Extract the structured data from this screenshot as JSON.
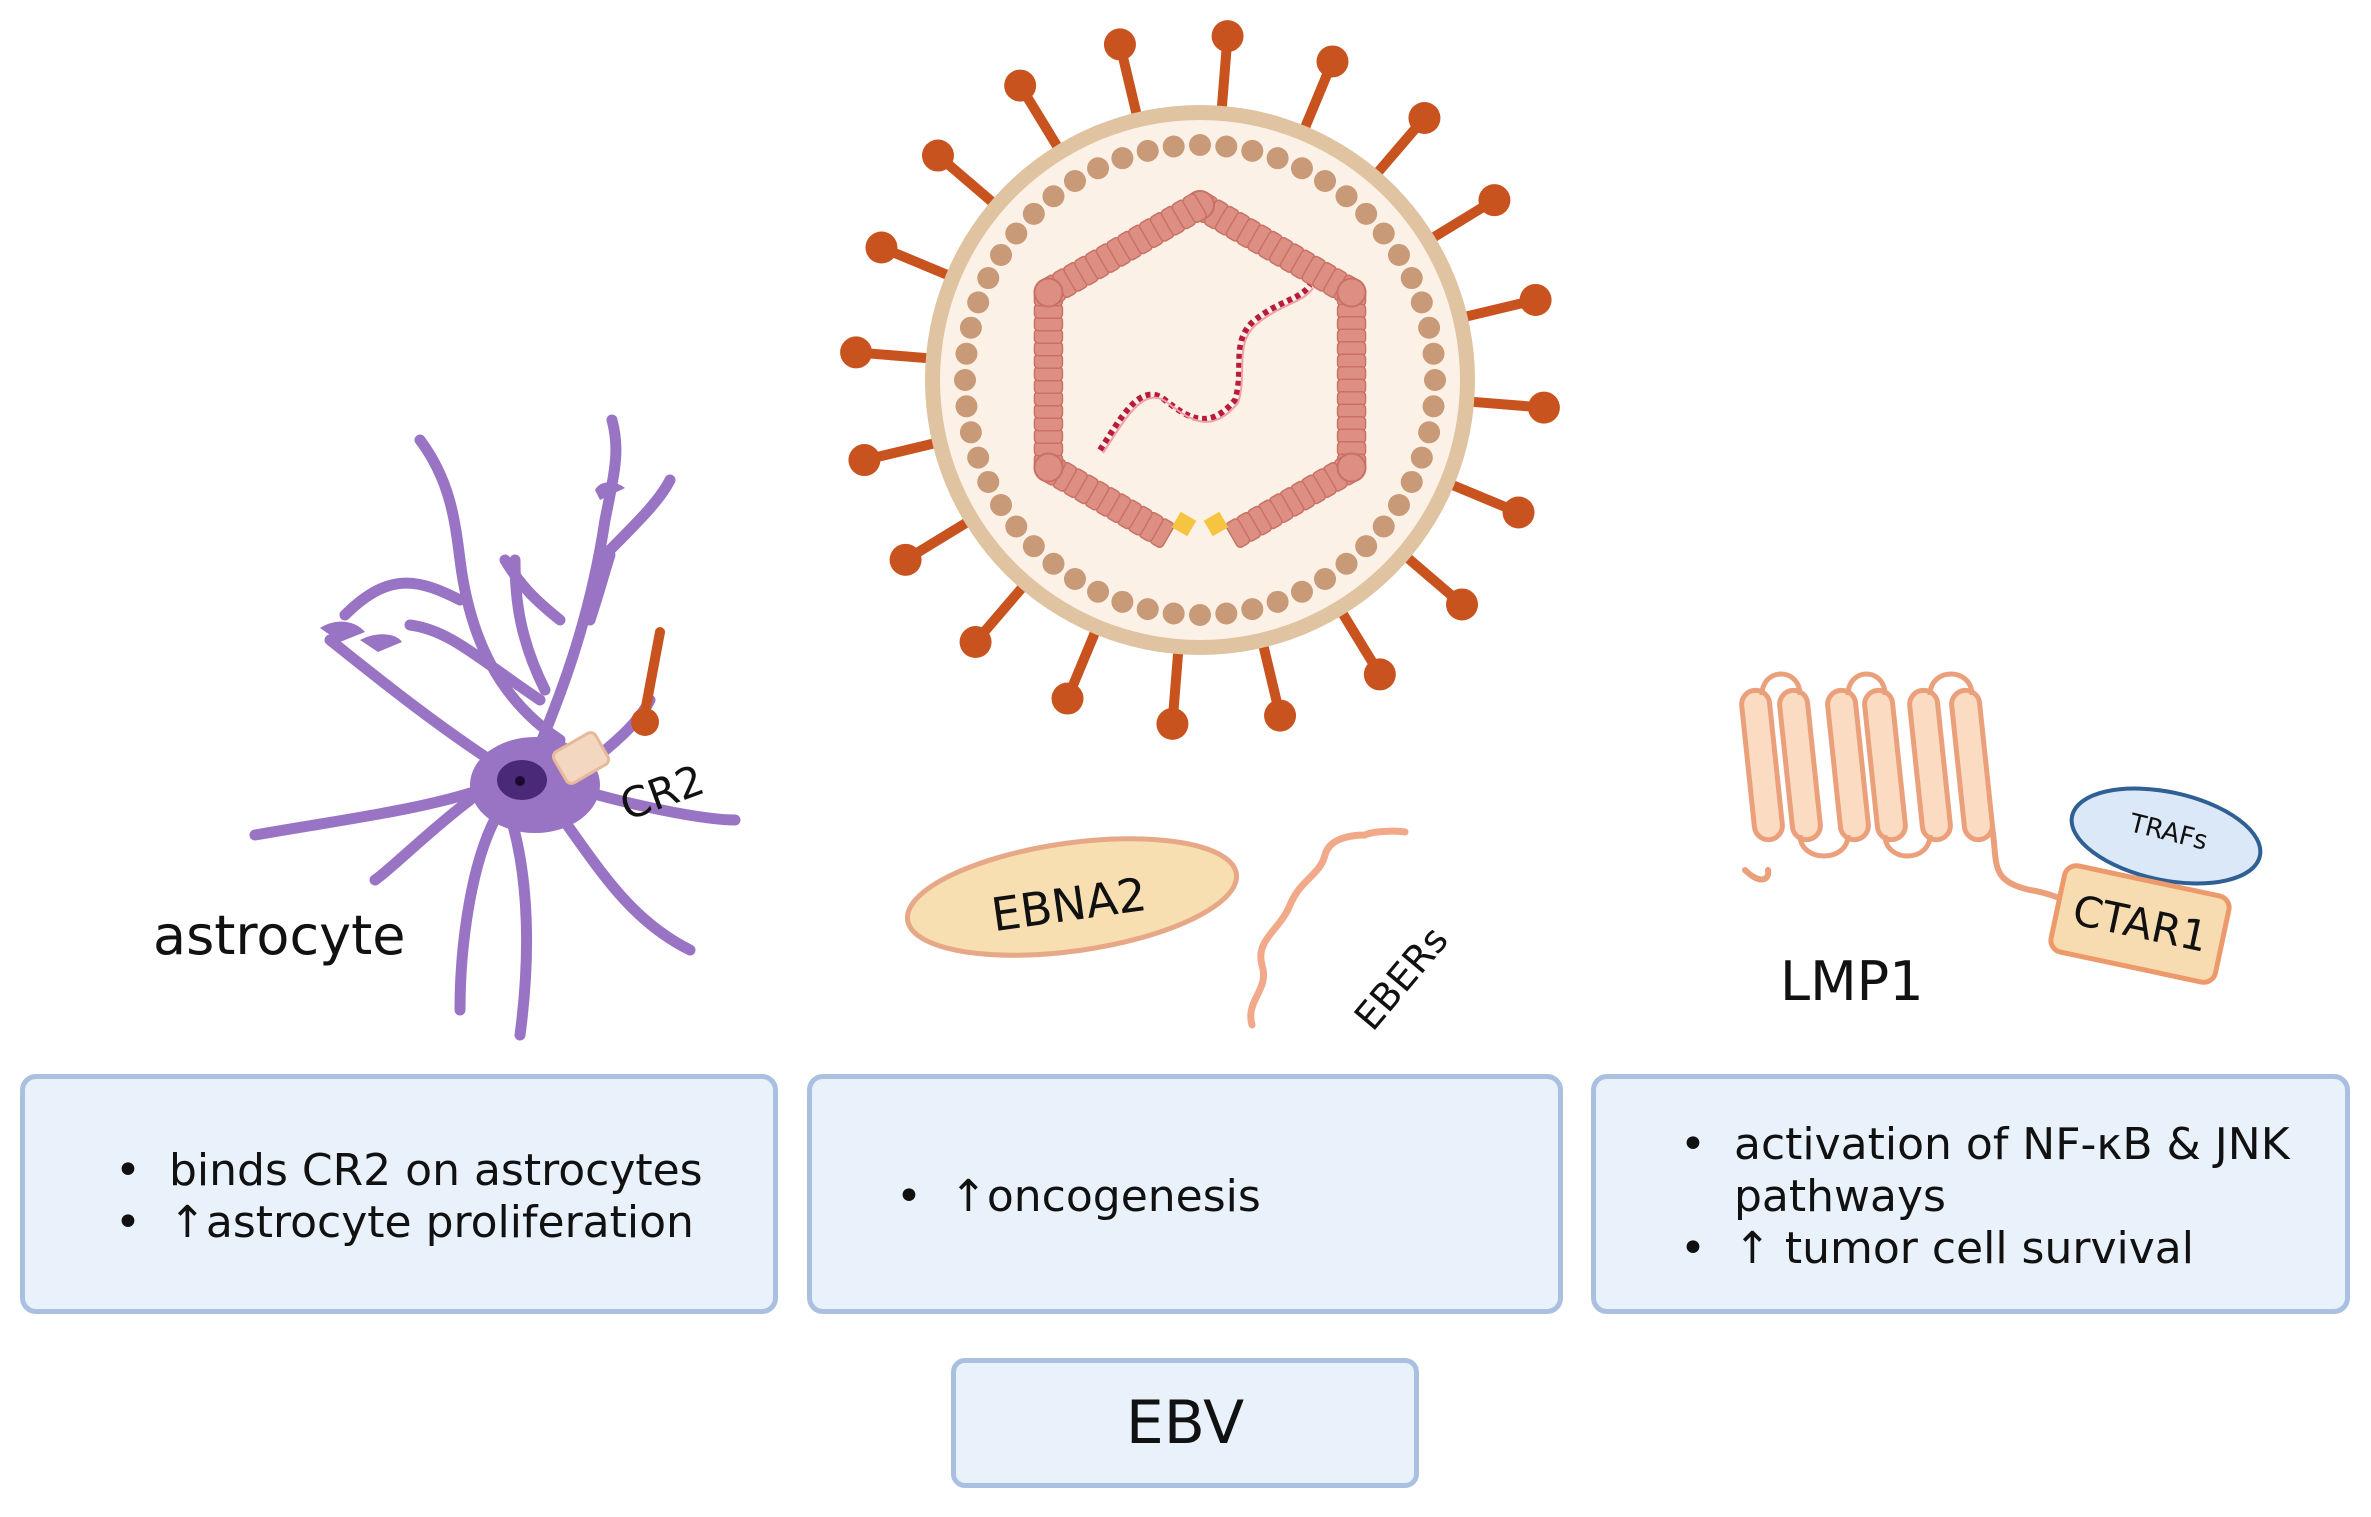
{
  "labels": {
    "astrocyte": "astrocyte",
    "cr2": "CR2",
    "ebna2": "EBNA2",
    "ebers": "EBERs",
    "lmp1": "LMP1",
    "trafs": "TRAFs",
    "ctar1": "CTAR1"
  },
  "boxes": {
    "left": {
      "bullets": [
        "binds CR2 on astrocytes",
        "↑astrocyte proliferation"
      ]
    },
    "middle": {
      "bullets": [
        "↑oncogenesis"
      ]
    },
    "right": {
      "bullets": [
        "activation of NF-κB & JNK pathways",
        "↑ tumor cell survival"
      ]
    }
  },
  "bottom_label": "EBV",
  "colors": {
    "virus_spike": "#c8531f",
    "envelope": "#e0c3a0",
    "tegument": "#fbf1e6",
    "dots": "#c89a77",
    "capsid": "#dd8f83",
    "dna": "#b71c3a",
    "astrocyte": "#9a74c4",
    "nucleus": "#4a2a78",
    "receptor": "#f3d7c1",
    "ebna2_fill": "#f7dfb2",
    "ebna2_stroke": "#e7a887",
    "ebers": "#f2a98a",
    "lmp1_fill": "#fbdcc3",
    "lmp1_stroke": "#eba07c",
    "trafs_fill": "#dbe8f7",
    "trafs_stroke": "#2f5f95",
    "ctar1_fill": "#f8dcb1",
    "ctar1_stroke": "#ec9a6c",
    "box_fill": "#e9f1fb",
    "box_stroke": "#a9c0e0"
  }
}
